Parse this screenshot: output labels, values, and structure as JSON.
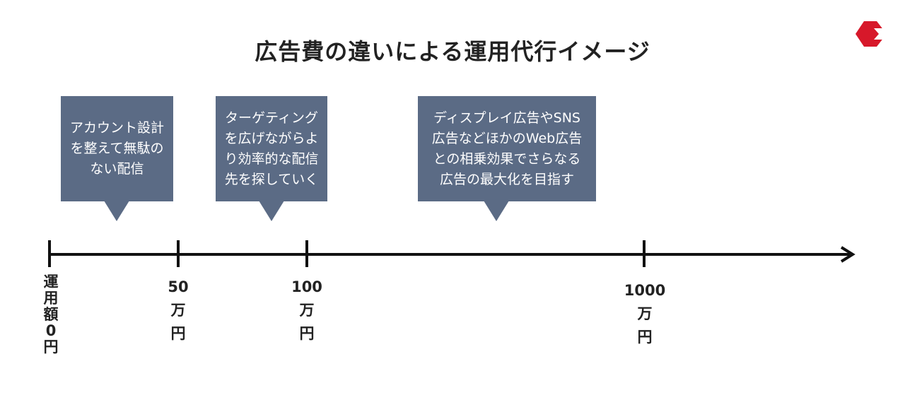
{
  "title": "広告費の違いによる運用代行イメージ",
  "colors": {
    "callout_bg": "#5b6b85",
    "axis": "#111111",
    "logo": "#d7182a"
  },
  "callouts": [
    {
      "text": "アカウント設計\nを整えて無駄の\nない配信"
    },
    {
      "text": "ターゲティング\nを広げながらよ\nり効率的な配信\n先を探していく"
    },
    {
      "text": "ディスプレイ広告やSNS\n広告などほかのWeb広告\nとの相乗効果でさらなる\n広告の最大化を目指す"
    }
  ],
  "axis": {
    "labels": [
      {
        "text": "運\n用\n額\n0\n円"
      },
      {
        "text": "50\n万\n円"
      },
      {
        "text": "100\n万\n円"
      },
      {
        "text": "1000\n万\n円"
      }
    ]
  },
  "logo": {
    "icon": "brand-chevron-logo"
  }
}
